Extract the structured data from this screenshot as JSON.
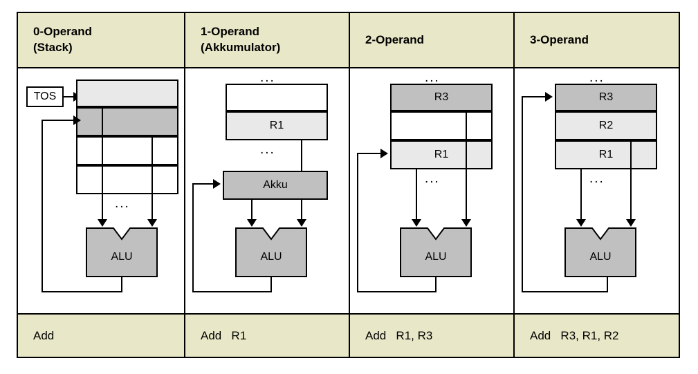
{
  "diagram": {
    "title_colors": {
      "header_bg": "#e8e8c8",
      "footer_bg": "#e8e8c8",
      "fill_light": "#e9e9e9",
      "fill_dark": "#c0c0c0",
      "stroke": "#000000"
    },
    "columns": [
      {
        "id": "zero-operand",
        "header_line1": "0-Operand",
        "header_line2": "(Stack)",
        "instruction": "Add",
        "pointer_label": "TOS",
        "alu_label": "ALU",
        "dots": "...",
        "cells": [
          {
            "label": "",
            "fill": "light"
          },
          {
            "label": "",
            "fill": "dark"
          },
          {
            "label": "",
            "fill": "white"
          },
          {
            "label": "",
            "fill": "white"
          }
        ]
      },
      {
        "id": "one-operand",
        "header_line1": "1-Operand",
        "header_line2": "(Akkumulator)",
        "instruction": "Add   R1",
        "accumulator_label": "Akku",
        "alu_label": "ALU",
        "dots": "...",
        "cells": [
          {
            "label": "",
            "fill": "white"
          },
          {
            "label": "R1",
            "fill": "light"
          }
        ]
      },
      {
        "id": "two-operand",
        "header_line1": "2-Operand",
        "header_line2": "",
        "instruction": "Add   R1, R3",
        "alu_label": "ALU",
        "dots": "...",
        "cells": [
          {
            "label": "R3",
            "fill": "dark"
          },
          {
            "label": "",
            "fill": "white"
          },
          {
            "label": "R1",
            "fill": "light"
          }
        ]
      },
      {
        "id": "three-operand",
        "header_line1": "3-Operand",
        "header_line2": "",
        "instruction": "Add   R3, R1, R2",
        "alu_label": "ALU",
        "dots": "...",
        "cells": [
          {
            "label": "R3",
            "fill": "dark"
          },
          {
            "label": "R2",
            "fill": "light"
          },
          {
            "label": "R1",
            "fill": "light"
          }
        ]
      }
    ]
  }
}
